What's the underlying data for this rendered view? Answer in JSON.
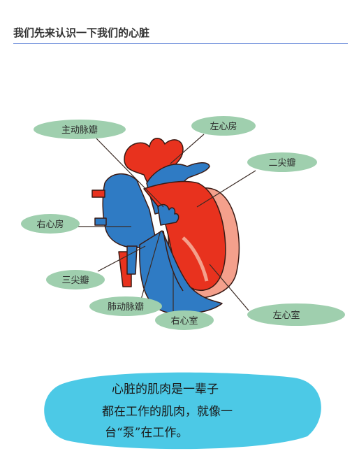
{
  "heading": "我们先来认识一下我们的心脏",
  "labels": {
    "aortic_valve": "主动脉瓣",
    "left_atrium": "左心房",
    "mitral_valve": "二尖瓣",
    "right_atrium": "右心房",
    "tricuspid_valve": "三尖瓣",
    "pulmonary_valve": "肺动脉瓣",
    "right_ventricle": "右心室",
    "left_ventricle": "左心室"
  },
  "note": {
    "line1": "心脏的肌肉是一辈子",
    "line2": "都在工作的肌肉，就像一",
    "line3": "台“泵”在工作。"
  },
  "colors": {
    "red": "#e8321e",
    "blue": "#2f7bc4",
    "pink": "#f4a08c",
    "label_bg": "#9fcfae",
    "note_bg": "#4cc9e6",
    "rule": "#5b7fd6"
  }
}
